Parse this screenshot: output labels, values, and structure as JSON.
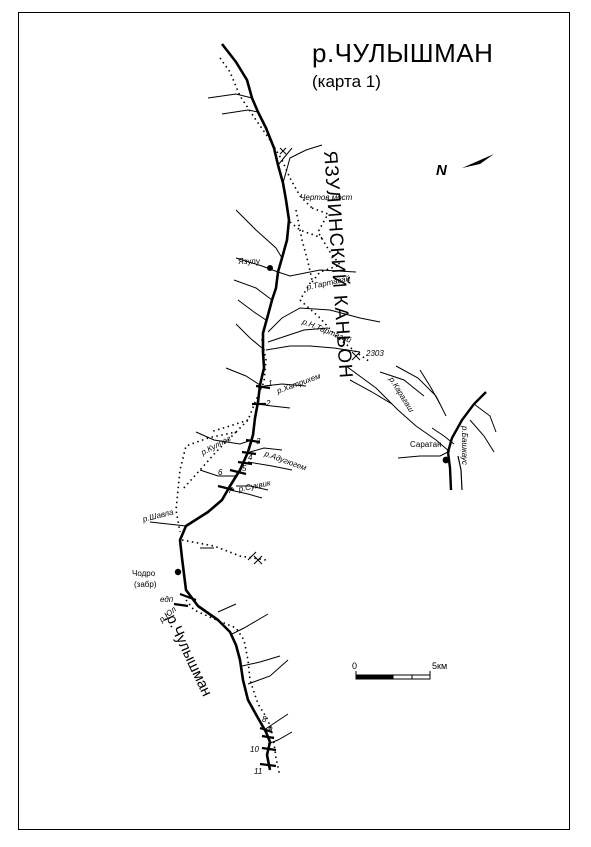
{
  "header": {
    "title": "р.ЧУЛЫШМАН",
    "subtitle": "(карта 1)",
    "canyon": "ЯЗУЛИНСКИЙ КАНЬОН",
    "river_label": "р.Чулышман"
  },
  "compass": {
    "label": "N"
  },
  "scale": {
    "start": "0",
    "end": "5км"
  },
  "places": {
    "chertov_most": "Чертов мост",
    "yazulu": "Язулу",
    "saratan": "Саратан",
    "chodro": "Чодро",
    "chodro_note": "(забр)",
    "edp": "едп",
    "peak": "2303"
  },
  "tributaries": {
    "tartagay": "р.Тартагай",
    "n_tartagay": "р.Н.Тартагай",
    "karagash": "р.Карагаш",
    "bashkaus": "р.Башкаус",
    "khatrikhem": "р.Хатрихем",
    "kulpag": "р.Кулпаг",
    "adygyugem": "р.Адугюгем",
    "sukvik": "р.Суквик",
    "shavla": "р.Шавла",
    "yul": "р.Юл"
  },
  "markers": [
    "1",
    "2",
    "3",
    "4",
    "5",
    "6",
    "7",
    "8",
    "9",
    "10",
    "11"
  ],
  "colors": {
    "ink": "#000000",
    "paper": "#ffffff"
  }
}
